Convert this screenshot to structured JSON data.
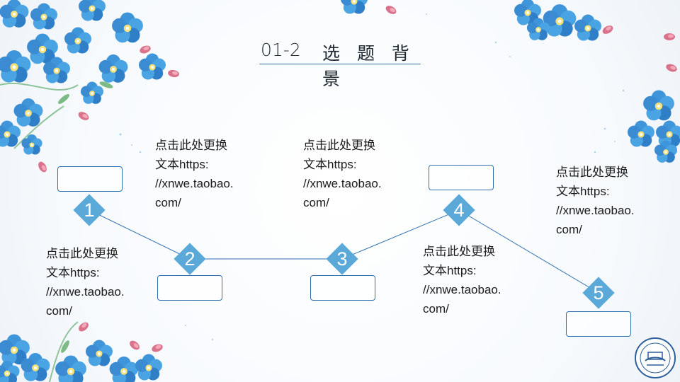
{
  "slide": {
    "number": "01-2",
    "title": "选 题 背 景"
  },
  "steps": [
    {
      "num": "1",
      "text": [
        "点击此处更换",
        "文本https:",
        "//xnwe.taobao.",
        "com/"
      ]
    },
    {
      "num": "2",
      "text": [
        "点击此处更换",
        "文本https:",
        "//xnwe.taobao.",
        "com/"
      ]
    },
    {
      "num": "3",
      "text": [
        "点击此处更换",
        "文本https:",
        "//xnwe.taobao.",
        "com/"
      ]
    },
    {
      "num": "4",
      "text": [
        "点击此处更换",
        "文本https:",
        "//xnwe.taobao.",
        "com/"
      ]
    },
    {
      "num": "5",
      "text": [
        "点击此处更换",
        "文本https:",
        "//xnwe.taobao.",
        "com/"
      ]
    }
  ],
  "colors": {
    "accent": "#5aa9d8",
    "line": "#2f6fae",
    "flower": "#3b8fd6",
    "bud": "#d9738c"
  },
  "icons": {
    "flowers": "forget-me-not-decoration",
    "logo": "university-emblem"
  }
}
